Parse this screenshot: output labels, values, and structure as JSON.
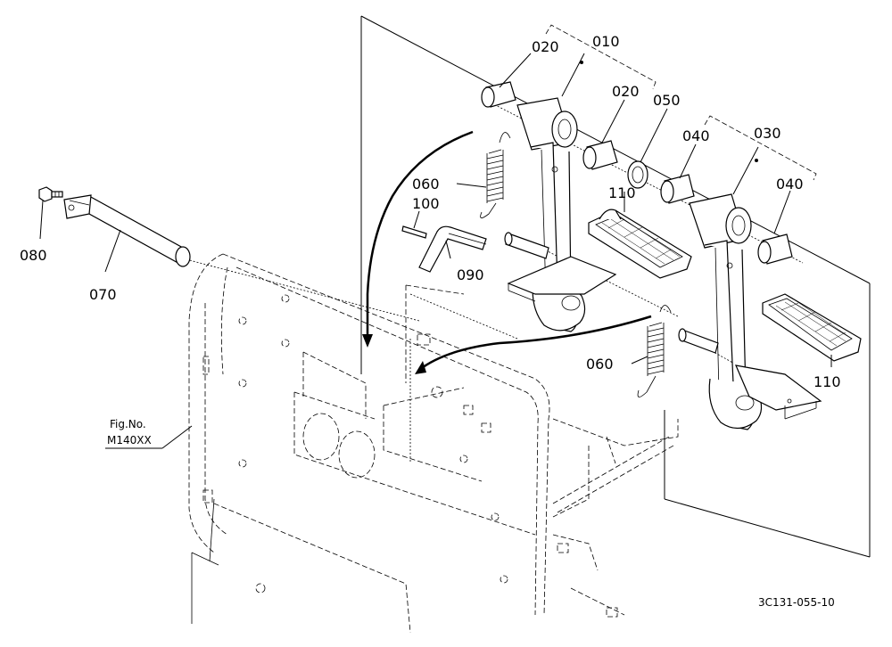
{
  "labels": {
    "p010": "010",
    "p020a": "020",
    "p020b": "020",
    "p030": "030",
    "p040a": "040",
    "p040b": "040",
    "p050": "050",
    "p060a": "060",
    "p060b": "060",
    "p070": "070",
    "p080": "080",
    "p090": "090",
    "p100": "100",
    "p110a": "110",
    "p110b": "110"
  },
  "figure_ref": {
    "line1": "Fig.No.",
    "line2": "M140XX"
  },
  "drawing_code": "3C131-055-10"
}
